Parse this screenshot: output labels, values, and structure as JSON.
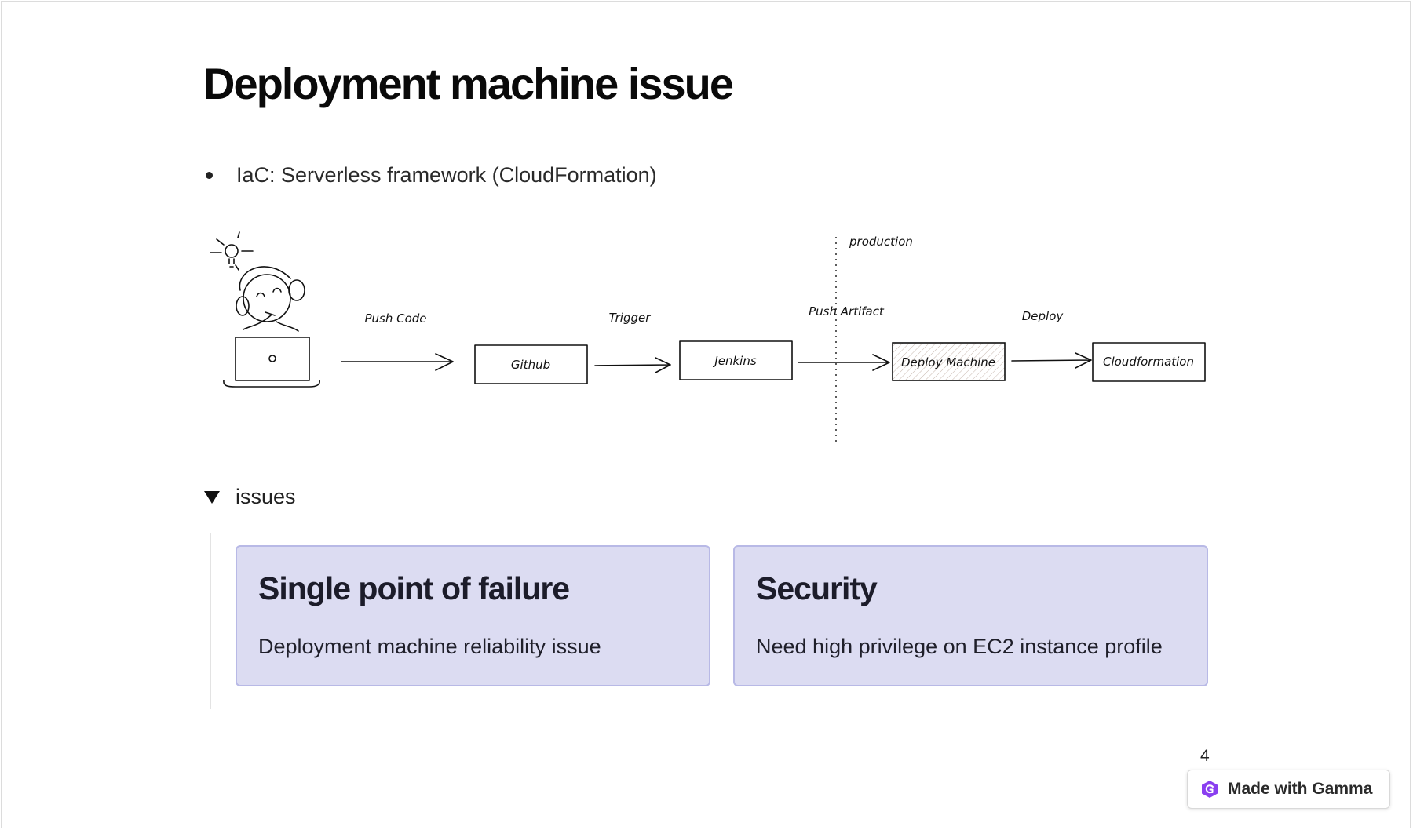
{
  "title": "Deployment machine issue",
  "bullet": "IaC: Serverless framework (CloudFormation)",
  "diagram": {
    "nodes": [
      "Github",
      "Jenkins",
      "Deploy Machine",
      "Cloudformation"
    ],
    "edges": [
      "Push Code",
      "Trigger",
      "Push Artifact",
      "Deploy"
    ],
    "boundary_label": "production"
  },
  "toggle": {
    "label": "issues",
    "icon": "triangle-down-icon"
  },
  "cards": [
    {
      "title": "Single point of failure",
      "text": "Deployment machine reliability issue"
    },
    {
      "title": "Security",
      "text": "Need high privilege on EC2 instance profile"
    }
  ],
  "page_number": "4",
  "badge": {
    "label": "Made with Gamma",
    "icon": "gamma-logo-icon"
  },
  "colors": {
    "card_bg": "#dcdcf2",
    "card_border": "#b8b9e6",
    "gamma_purple": "#8a3ff0"
  }
}
